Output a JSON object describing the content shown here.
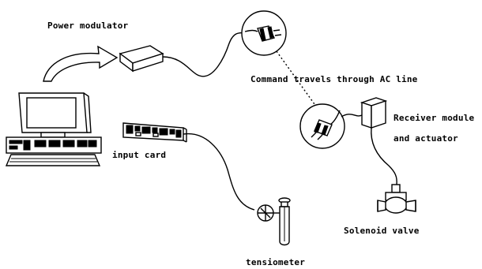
{
  "labels": {
    "power_modulator": "Power modulator",
    "command": "Command travels through AC line",
    "receiver_line1": "Receiver module",
    "receiver_line2": "and actuator",
    "input_card": "input card",
    "solenoid_valve": "Solenoid valve",
    "tensiometer": "tensiometer"
  },
  "icons": [
    "computer-icon",
    "power-modulator-icon",
    "plug-icon",
    "input-card-icon",
    "tensiometer-icon",
    "receiver-module-icon",
    "solenoid-valve-icon",
    "curved-arrow-icon"
  ]
}
